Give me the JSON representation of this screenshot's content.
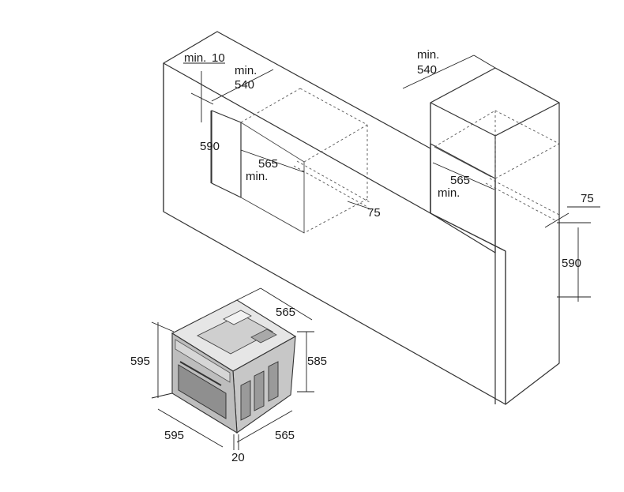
{
  "colors": {
    "line": "#333333",
    "oven_body": "#bdbdbd",
    "oven_light": "#e6e6e6",
    "oven_dark": "#8f8f8f"
  },
  "labels": {
    "left_gap_a": "min.",
    "left_gap_b": "10",
    "left_depth_a": "min.",
    "left_depth_b": "540",
    "left_height": "590",
    "left_width": "565",
    "left_width_min": "min.",
    "left_vent": "75",
    "right_depth_a": "min.",
    "right_depth_b": "540",
    "right_width": "565",
    "right_width_min": "min.",
    "right_vent": "75",
    "right_height": "590",
    "oven_top_depth": "565",
    "oven_side_height": "585",
    "oven_front_height": "595",
    "oven_front_width": "595",
    "oven_bottom_depth": "565",
    "oven_front_panel": "20"
  }
}
